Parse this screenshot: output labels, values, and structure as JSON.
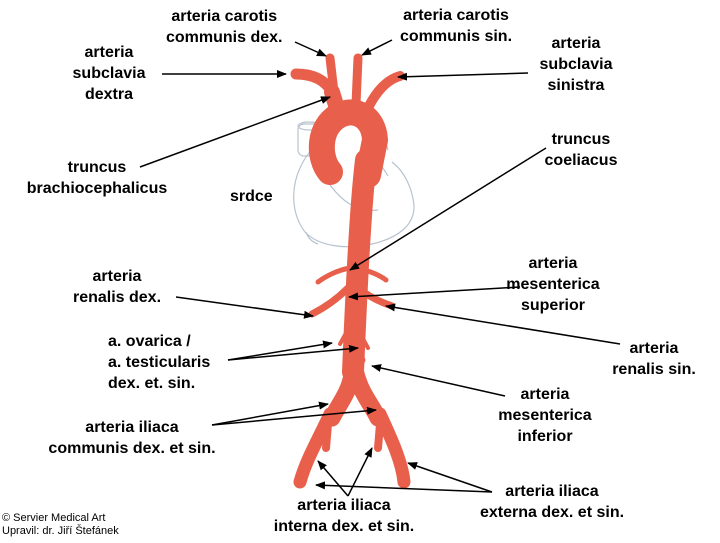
{
  "colors": {
    "artery": "#e8604c",
    "artery_dark": "#c9452f",
    "heart_outline": "#b8c3cf",
    "arrow": "#000000"
  },
  "labels": {
    "carotis_dex": [
      "arteria carotis",
      "communis dex."
    ],
    "carotis_sin": [
      "arteria carotis",
      "communis sin."
    ],
    "subclavia_dex": [
      "arteria",
      "subclavia",
      "dextra"
    ],
    "subclavia_sin": [
      "arteria",
      "subclavia",
      "sinistra"
    ],
    "truncus_brachio": [
      "truncus",
      "brachiocephalicus"
    ],
    "srdce": "srdce",
    "truncus_coeliacus": [
      "truncus",
      "coeliacus"
    ],
    "renalis_dex": [
      "arteria",
      "renalis dex."
    ],
    "mesenterica_sup": [
      "arteria",
      "mesenterica",
      "superior"
    ],
    "ovarica": [
      "a. ovarica /",
      "a. testicularis",
      "dex. et. sin."
    ],
    "renalis_sin": [
      "arteria",
      "renalis sin."
    ],
    "mesenterica_inf": [
      "arteria",
      "mesenterica",
      "inferior"
    ],
    "iliaca_communis": [
      "arteria iliaca",
      "communis dex. et sin."
    ],
    "iliaca_interna": [
      "arteria iliaca",
      "interna dex. et sin."
    ],
    "iliaca_externa": [
      "arteria iliaca",
      "externa dex. et sin."
    ]
  },
  "credits": [
    "© Servier Medical Art",
    "Upravil: dr. Jiří Štefánek"
  ]
}
